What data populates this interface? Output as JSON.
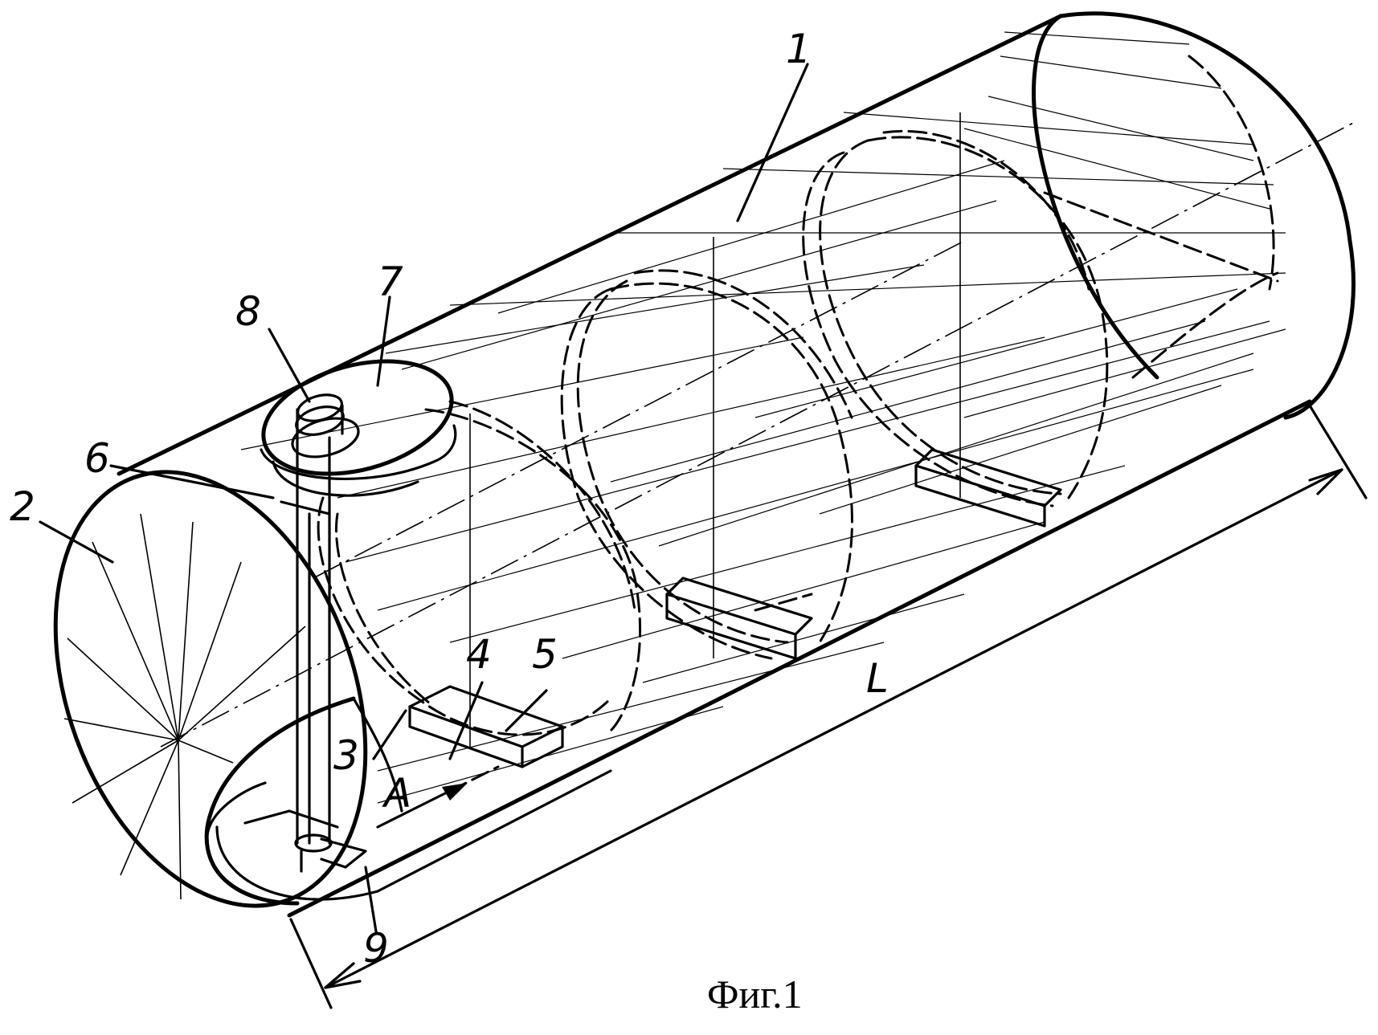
{
  "caption": "Фиг.1",
  "labels": {
    "l1": "1",
    "l2": "2",
    "l3": "3",
    "l4": "4",
    "l5": "5",
    "l6": "6",
    "l7": "7",
    "l8": "8",
    "l9": "9",
    "lA": "A",
    "lL": "L"
  }
}
